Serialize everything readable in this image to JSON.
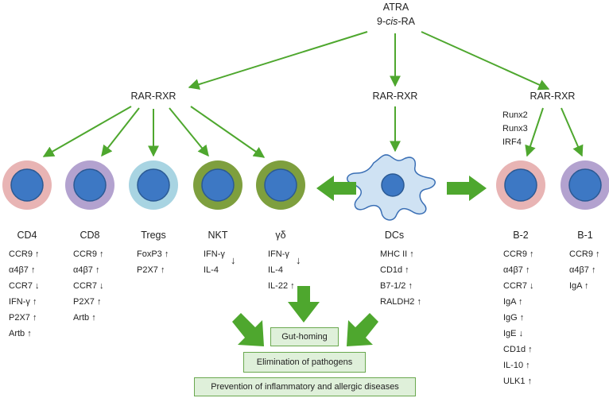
{
  "top": {
    "line1": "ATRA",
    "line2_a": "9-",
    "line2_b": "cis",
    "line2_c": "-RA"
  },
  "receptors": {
    "left": "RAR-RXR",
    "middle": "RAR-RXR",
    "right": "RAR-RXR"
  },
  "transcription_factors": [
    "Runx2",
    "Runx3",
    "IRF4"
  ],
  "cells": [
    {
      "name": "CD4",
      "fill": "#e8b4b4",
      "markers": [
        "CCR9 ↑",
        "α4β7 ↑",
        "CCR7 ↓",
        "IFN-γ ↑",
        "P2X7 ↑",
        "Artb ↑"
      ]
    },
    {
      "name": "CD8",
      "fill": "#b3a2cf",
      "markers": [
        "CCR9 ↑",
        "α4β7 ↑",
        "CCR7 ↓",
        "P2X7 ↑",
        "Artb ↑"
      ]
    },
    {
      "name": "Tregs",
      "fill": "#a8d4e2",
      "markers": [
        "FoxP3 ↑",
        "P2X7 ↑"
      ]
    },
    {
      "name": "NKT",
      "fill": "#7e9f3e",
      "markers": [
        "IFN-γ",
        "IL-4"
      ],
      "group_arrow": "↓"
    },
    {
      "name": "γδ",
      "fill": "#7e9f3e",
      "markers": [
        "IFN-γ",
        "IL-4",
        "IL-22 ↑"
      ],
      "group_arrow": "↓"
    },
    {
      "name": "DCs",
      "fill": "#cfe2f3",
      "markers": [
        "MHC II ↑",
        "CD1d ↑",
        "B7-1/2 ↑",
        "RALDH2 ↑"
      ]
    },
    {
      "name": "B-2",
      "fill": "#e8b4b4",
      "markers": [
        "CCR9 ↑",
        "α4β7 ↑",
        "CCR7 ↓",
        "IgA ↑",
        "IgG ↑",
        "IgE ↓",
        "CD1d ↑",
        "IL-10 ↑",
        "ULK1 ↑"
      ]
    },
    {
      "name": "B-1",
      "fill": "#b3a2cf",
      "markers": [
        "CCR9 ↑",
        "α4β7 ↑",
        "IgA ↑"
      ]
    }
  ],
  "outcomes": [
    "Gut-homing",
    "Elimination of pathogens",
    "Prevention of inflammatory and allergic diseases"
  ],
  "colors": {
    "arrow": "#4ea72e",
    "nucleus": "#3d78c4",
    "box_fill": "#dff0da",
    "box_border": "#6aa84f"
  }
}
